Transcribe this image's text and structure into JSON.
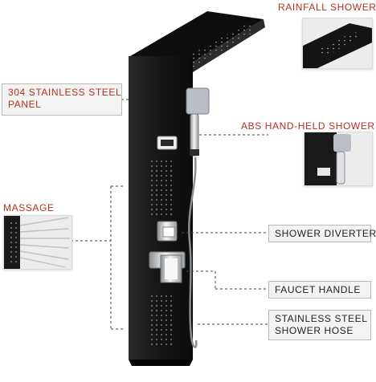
{
  "callouts": {
    "rainfall_shower": "RAINFALL SHOWER",
    "panel_line1": "304 STAINLESS STEEL",
    "panel_line2": "PANEL",
    "handheld_shower": "ABS HAND-HELD SHOWER",
    "massage": "MASSAGE",
    "shower_diverter": "SHOWER DIVERTER",
    "faucet_handle": "FAUCET HANDLE",
    "hose_line1": "STAINLESS STEEL",
    "hose_line2": "SHOWER HOSE"
  },
  "colors": {
    "panel": "#151515",
    "accent_text": "#b5301c",
    "chrome": "#cfd2d6",
    "leader_line": "#444444"
  }
}
